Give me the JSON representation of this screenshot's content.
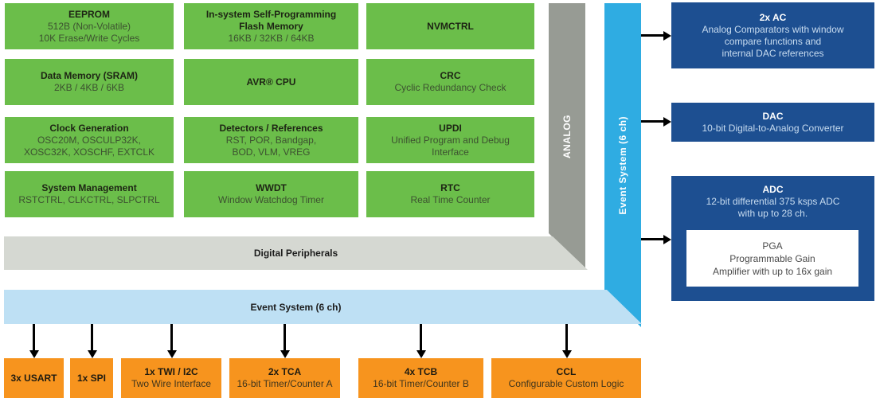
{
  "colors": {
    "green": "#6BBE4A",
    "analog_gray": "#979B94",
    "digital_gray": "#D5D8D2",
    "event_blue": "#2FACE2",
    "event_blue_light": "#BEE0F4",
    "navy": "#1D4F91",
    "orange": "#F7941E"
  },
  "core_blocks": [
    {
      "title": "EEPROM",
      "subtitle": "512B (Non-Volatile)\n10K Erase/Write Cycles"
    },
    {
      "title": "In-system Self-Programming\nFlash Memory",
      "subtitle": "16KB / 32KB / 64KB"
    },
    {
      "title": "NVMCTRL",
      "subtitle": ""
    },
    {
      "title": "Data Memory (SRAM)",
      "subtitle": "2KB / 4KB / 6KB"
    },
    {
      "title": "AVR® CPU",
      "subtitle": ""
    },
    {
      "title": "CRC",
      "subtitle": "Cyclic Redundancy Check"
    },
    {
      "title": "Clock Generation",
      "subtitle": "OSC20M, OSCULP32K,\nXOSC32K, XOSCHF, EXTCLK"
    },
    {
      "title": "Detectors / References",
      "subtitle": "RST, POR, Bandgap,\nBOD, VLM, VREG"
    },
    {
      "title": "UPDI",
      "subtitle": "Unified Program and Debug\nInterface"
    },
    {
      "title": "System Management",
      "subtitle": "RSTCTRL, CLKCTRL, SLPCTRL"
    },
    {
      "title": "WWDT",
      "subtitle": "Window Watchdog Timer"
    },
    {
      "title": "RTC",
      "subtitle": "Real Time Counter"
    }
  ],
  "bars": {
    "analog": "ANALOG",
    "digital_peripherals": "Digital Peripherals",
    "event_system_vertical": "Event System (6 ch)",
    "event_system_horizontal": "Event System (6 ch)"
  },
  "analog_blocks": [
    {
      "title": "2x AC",
      "subtitle": "Analog Comparators with window\ncompare functions and\ninternal DAC references"
    },
    {
      "title": "DAC",
      "subtitle": "10-bit Digital-to-Analog Converter"
    },
    {
      "title": "ADC",
      "subtitle": "12-bit differential 375 ksps ADC\nwith up to 28 ch."
    }
  ],
  "pga": {
    "text": "PGA\nProgrammable Gain\nAmplifier with up to 16x gain"
  },
  "peripheral_blocks": [
    {
      "title": "3x USART",
      "subtitle": ""
    },
    {
      "title": "1x SPI",
      "subtitle": ""
    },
    {
      "title": "1x TWI / I2C",
      "subtitle": "Two Wire Interface"
    },
    {
      "title": "2x TCA",
      "subtitle": "16-bit Timer/Counter A"
    },
    {
      "title": "4x TCB",
      "subtitle": "16-bit Timer/Counter B"
    },
    {
      "title": "CCL",
      "subtitle": "Configurable Custom Logic"
    }
  ]
}
